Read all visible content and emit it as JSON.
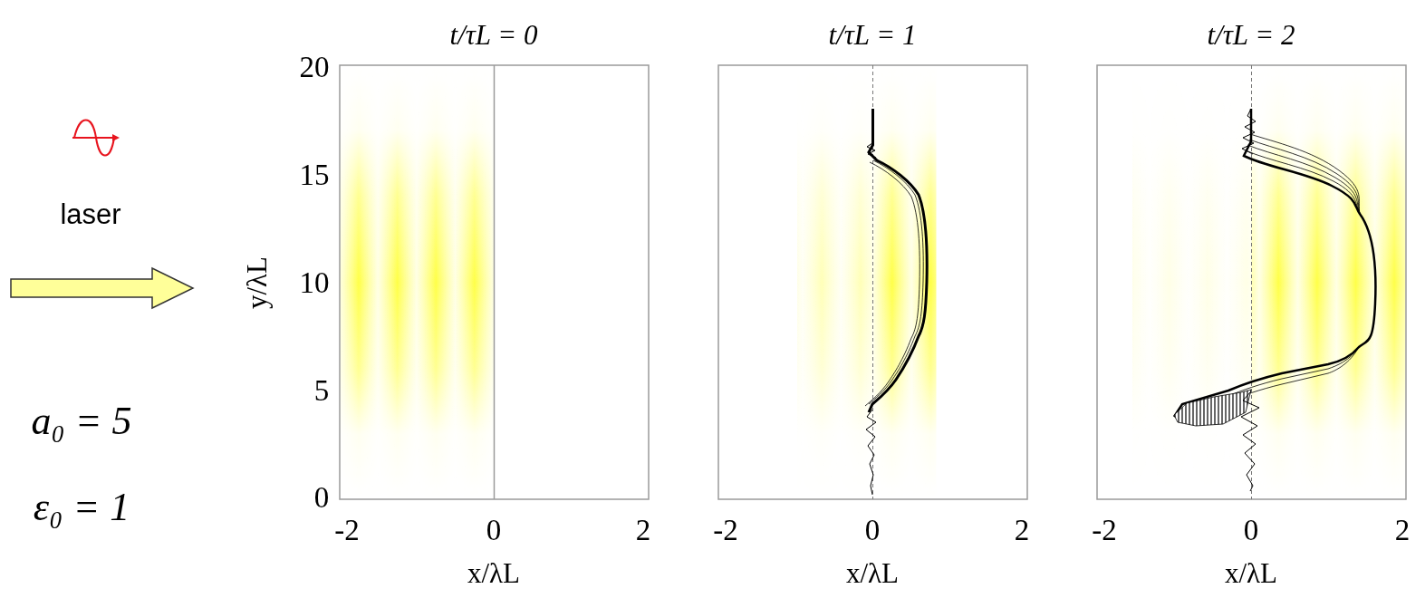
{
  "diagram": {
    "labels": [
      "laser",
      "a₀ = 5",
      "ε₀ = 1",
      "t/τL = 0",
      "t/τL = 1",
      "t/τL = 2",
      "y/λL",
      "20",
      "15",
      "10",
      "5",
      "0",
      "-2",
      "0",
      "2",
      "x/λL",
      "-2",
      "0",
      "2",
      "x/λL",
      "-2",
      "0",
      "2",
      "x/λL"
    ]
  }
}
